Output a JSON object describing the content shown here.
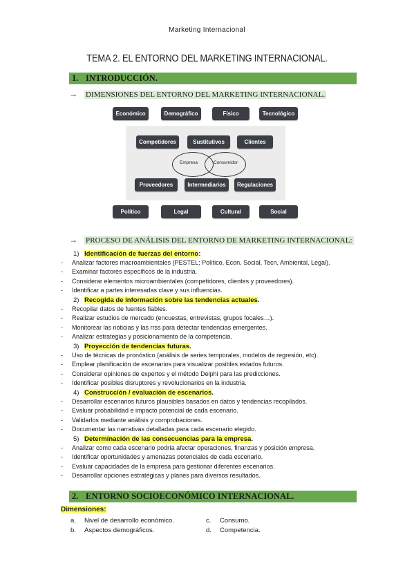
{
  "header": "Marketing Internacional",
  "title": "TEMA 2. EL ENTORNO DEL MARKETING INTERNACIONAL.",
  "section1": {
    "num": "1.",
    "label": "INTRODUCCIÓN."
  },
  "sub1": {
    "arrow": "→",
    "label": "DIMENSIONES DEL ENTORNO DEL MARKETING INTERNACIONAL."
  },
  "diagram": {
    "top": [
      "Económico",
      "Demográfico",
      "Físico",
      "Tecnológico"
    ],
    "middle": [
      "Competidores",
      "Sustitutivos",
      "Clientes"
    ],
    "center": [
      "Empresa",
      "Consumidor"
    ],
    "lower": [
      "Proveedores",
      "Intermediarios",
      "Regulaciones"
    ],
    "bottom": [
      "Político",
      "Legal",
      "Cultural",
      "Social"
    ]
  },
  "sub2": {
    "arrow": "→",
    "label": "PROCESO DE ANÁLISIS DEL ENTORNO DE MARKETING INTERNACIONAL:"
  },
  "steps": [
    {
      "n": "1)",
      "label": "Identificación de fuerzas del entorno",
      "suffix": ":"
    },
    {
      "n": "2)",
      "label": "Recogida de información sobre las tendencias actuales",
      "suffix": "."
    },
    {
      "n": "3)",
      "label": "Proyección de tendencias futuras",
      "suffix": "."
    },
    {
      "n": "4)",
      "label": "Construcción / evaluación de escenarios",
      "suffix": "."
    },
    {
      "n": "5)",
      "label": "Determinación de las consecuencias para la empresa",
      "suffix": "."
    }
  ],
  "bullets": [
    "Analizar factores macroambientales (PESTEL; Político, Econ, Social, Tecn, Ambiental, Legal).",
    "Examinar factores específicos de la industria.",
    "Considerar elementos microambientales (competidores, clientes y proveedores).",
    "Identificar a partes interesadas clave y sus influencias.",
    "Recopilar datos de fuentes fiables.",
    "Realizar estudios de mercado (encuestas, entrevistas, grupos focales…).",
    "Monitorear las noticias y las rrss para detectar tendencias emergentes.",
    "Analizar estrategias y posicionamiento de la competencia.",
    "Uso de técnicas de pronóstico (análisis de series temporales, modelos de regresión, etc).",
    "Emplear planificación de escenarios para visualizar posibles estados futuros.",
    "Considerar opiniones de expertos y el método Delphi para las predicciones.",
    "Identificar posibles disruptores y revolucionarios en la industria.",
    "Desarrollar escenarios futuros plausibles basados en datos y tendencias recopilados.",
    "Evaluar probabilidad e impacto potencial de cada escenario.",
    "Validarlos mediante análisis y comprobaciones.",
    "Documentar las narrativas detalladas para cada escenario elegido.",
    "Analizar como cada escenario podría afectar operaciones, finanzas y posición empresa.",
    "Identificar oportunidades y amenazas potenciales de cada escenario.",
    "Evaluar capacidades de la empresa para gestionar diferentes escenarios.",
    "Desarrollar opciones estratégicas y planes para diversos resultados."
  ],
  "section2": {
    "num": "2.",
    "label": "ENTORNO SOCIOECONÓMICO INTERNACIONAL."
  },
  "dimensions": {
    "label": "Dimensiones:",
    "items": [
      {
        "l": "a.",
        "t": "Nivel de desarrollo económico."
      },
      {
        "l": "b.",
        "t": "Aspectos demográficos."
      },
      {
        "l": "c.",
        "t": "Consumo."
      },
      {
        "l": "d.",
        "t": "Competencia."
      }
    ]
  }
}
